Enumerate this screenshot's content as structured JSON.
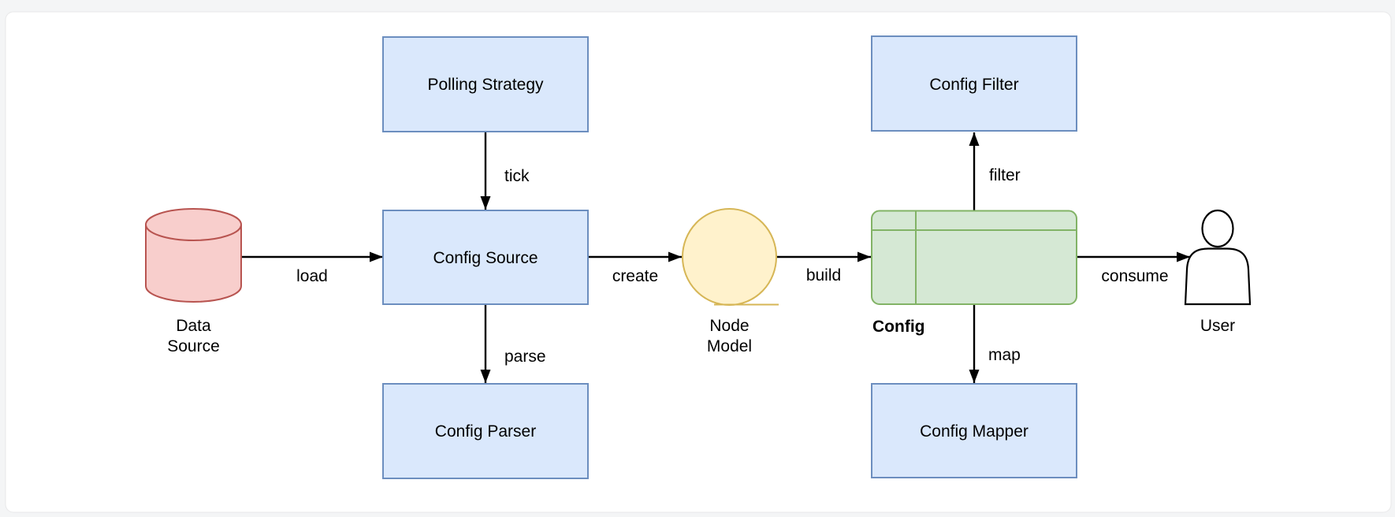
{
  "page": {
    "background_color": "#f4f5f6",
    "card_color": "#ffffff",
    "card_border_color": "#e8e8e9"
  },
  "palette": {
    "node_blue_fill": "#dae8fc",
    "node_blue_stroke": "#6c8ebf",
    "node_red_fill": "#f8cecc",
    "node_red_stroke": "#b85450",
    "node_yellow_fill": "#fff2cc",
    "node_yellow_stroke": "#d6b656",
    "node_green_fill": "#d5e8d4",
    "node_green_stroke": "#82b366",
    "edge_color": "#000000",
    "label_color": "#000000"
  },
  "diagram": {
    "nodes": {
      "data_source": {
        "shape": "cylinder",
        "label_lines": [
          "Data",
          "Source"
        ]
      },
      "polling_strategy": {
        "shape": "rectangle",
        "label": "Polling Strategy"
      },
      "config_source": {
        "shape": "rectangle",
        "label": "Config Source"
      },
      "config_parser": {
        "shape": "rectangle",
        "label": "Config Parser"
      },
      "node_model": {
        "shape": "circle-loop",
        "label_lines": [
          "Node",
          "Model"
        ]
      },
      "config": {
        "shape": "table",
        "label": "Config"
      },
      "config_filter": {
        "shape": "rectangle",
        "label": "Config Filter"
      },
      "config_mapper": {
        "shape": "rectangle",
        "label": "Config Mapper"
      },
      "user": {
        "shape": "actor",
        "label": "User"
      }
    },
    "edges": {
      "load": {
        "from": "data_source",
        "to": "config_source",
        "label": "load"
      },
      "tick": {
        "from": "polling_strategy",
        "to": "config_source",
        "label": "tick"
      },
      "parse": {
        "from": "config_source",
        "to": "config_parser",
        "label": "parse"
      },
      "create": {
        "from": "config_source",
        "to": "node_model",
        "label": "create"
      },
      "build": {
        "from": "node_model",
        "to": "config",
        "label": "build"
      },
      "filter": {
        "from": "config",
        "to": "config_filter",
        "label": "filter"
      },
      "map": {
        "from": "config",
        "to": "config_mapper",
        "label": "map"
      },
      "consume": {
        "from": "config",
        "to": "user",
        "label": "consume"
      }
    }
  }
}
